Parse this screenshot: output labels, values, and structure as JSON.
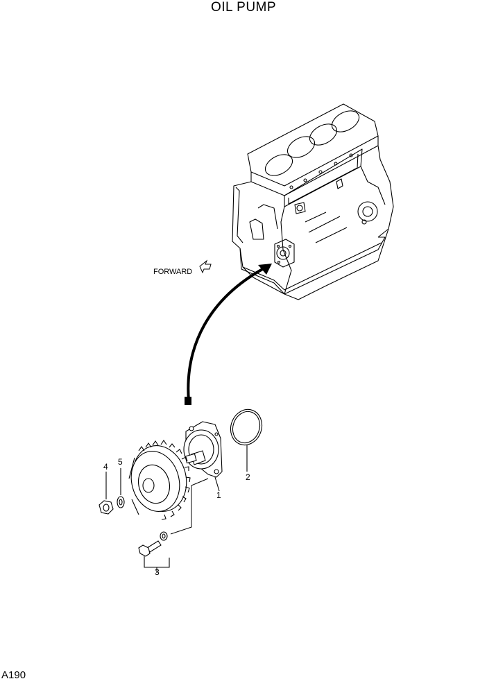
{
  "title": "OIL PUMP",
  "page_number": "A190",
  "direction_label": "FORWARD",
  "callouts": {
    "oil_pump": "1",
    "o_ring": "2",
    "bolt": "3",
    "nut": "4",
    "washer": "5"
  }
}
